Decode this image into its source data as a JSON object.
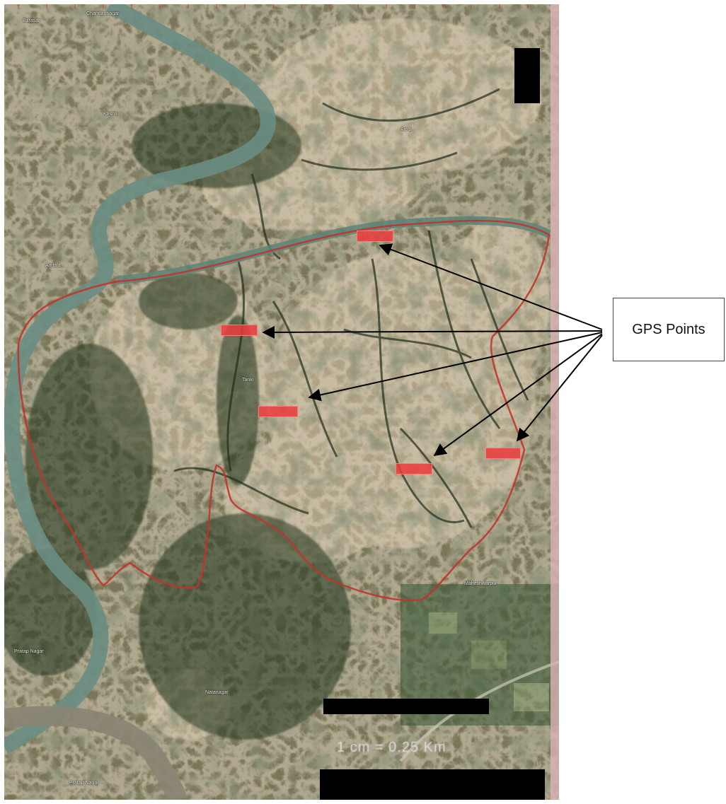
{
  "callout": {
    "label": "GPS Points"
  },
  "map": {
    "places": [
      {
        "id": "barasat",
        "text": "Barasat"
      },
      {
        "id": "chandannagar",
        "text": "Chandannagar"
      },
      {
        "id": "krisna",
        "text": "Krisna"
      },
      {
        "id": "amdi",
        "text": "Amdi"
      },
      {
        "id": "amtala",
        "text": "Amtala"
      },
      {
        "id": "tanki",
        "text": "Tanki"
      },
      {
        "id": "maheshwarpur",
        "text": "Maheshwarpur"
      },
      {
        "id": "pratap-nagar",
        "text": "Pratap Nagar"
      },
      {
        "id": "natanagar",
        "text": "Natanagar"
      },
      {
        "id": "pratap-nagar-2",
        "text": "Pratap Nagar"
      }
    ],
    "scale_text": "1 cm = 0.25 Km",
    "colors": {
      "boundary": "#c0342c",
      "river": "#5e8a80",
      "gps_marker": "#eb3c3c"
    }
  }
}
